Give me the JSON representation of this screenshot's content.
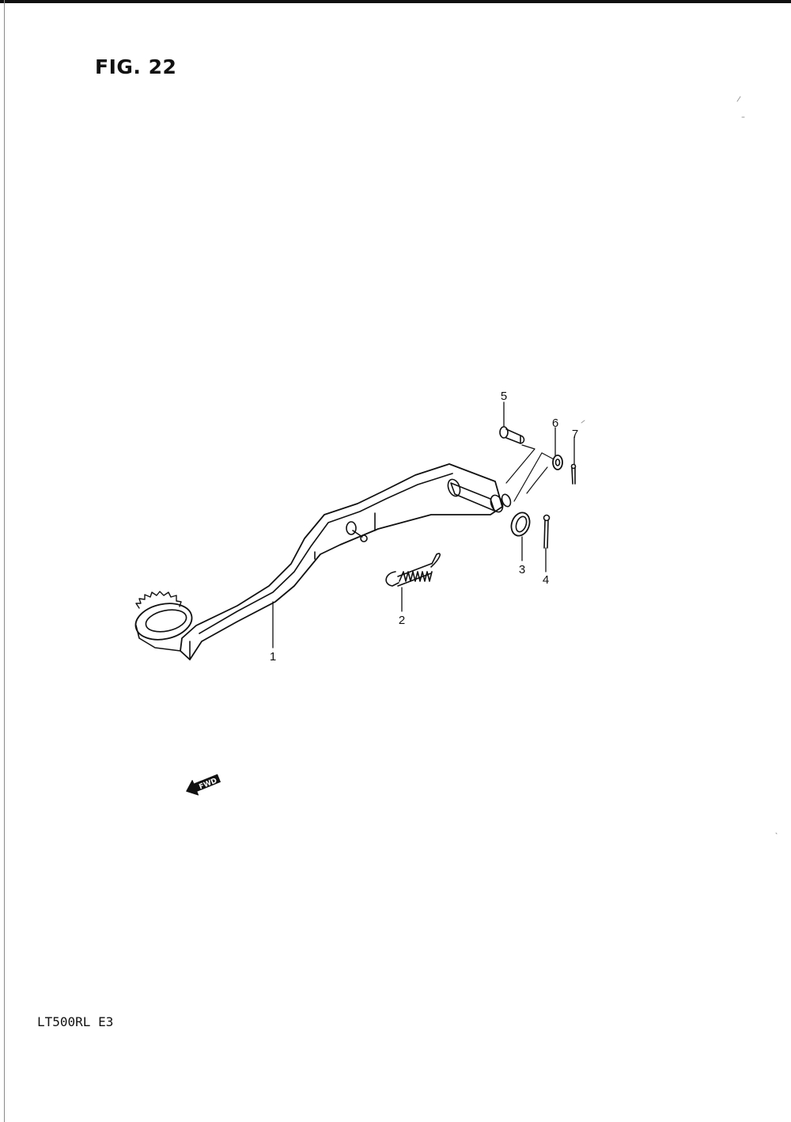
{
  "figure": {
    "title": "FIG. 22",
    "model_code": "LT500RL  E3"
  },
  "direction_indicator": {
    "label": "FWD",
    "icon": "forward-arrow-icon"
  },
  "parts": [
    {
      "number": "1",
      "part": "brake-pedal"
    },
    {
      "number": "2",
      "part": "return-spring"
    },
    {
      "number": "3",
      "part": "washer"
    },
    {
      "number": "4",
      "part": "cotter-pin"
    },
    {
      "number": "5",
      "part": "pin-bolt"
    },
    {
      "number": "6",
      "part": "washer-small"
    },
    {
      "number": "7",
      "part": "cotter-pin-small"
    }
  ]
}
